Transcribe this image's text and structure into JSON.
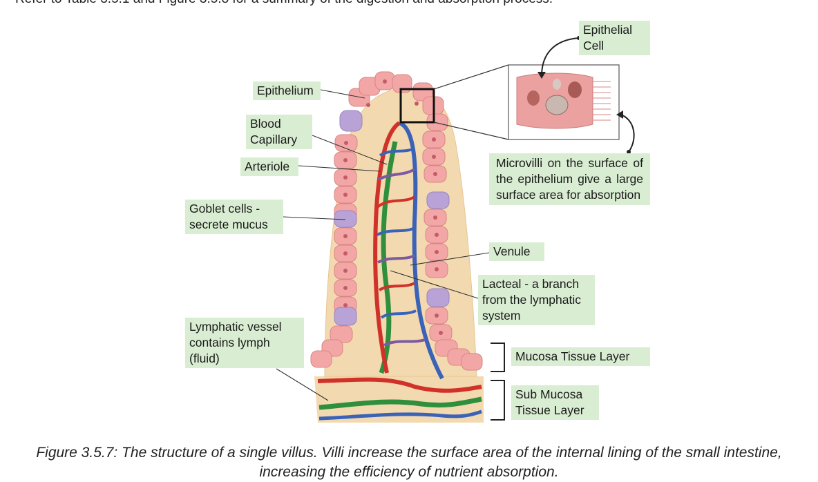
{
  "intro_text": "Refer to Table 3.5.1 and Figure 3.5.8 for a summary of the digestion and absorption process.",
  "labels": {
    "epithelium": "Epithelium",
    "blood_capillary": "Blood Capillary",
    "arteriole": "Arteriole",
    "goblet_cells": "Goblet cells - secrete mucus",
    "lymphatic_vessel": "Lymphatic vessel contains lymph (fluid)",
    "epithelial_cell": "Epithelial Cell",
    "microvilli": "Microvilli on the surface of the epithelium give a large surface area for absorption",
    "venule": "Venule",
    "lacteal": "Lacteal - a branch from the lymphatic system",
    "mucosa_layer": "Mucosa Tissue Layer",
    "sub_mucosa_layer": "Sub Mucosa Tissue Layer"
  },
  "caption": "Figure 3.5.7: The structure of a single villus. Villi increase the surface area of the internal lining of the small intestine, increasing the efficiency of nutrient absorption.",
  "colors": {
    "label_bg": "#d9edd2",
    "cell_pink": "#f2a7a6",
    "goblet_purple": "#b9a3d6",
    "tissue_tan": "#f3d9b0",
    "arteriole_red": "#d0322a",
    "venule_blue": "#3a63b8",
    "lymph_green": "#2f8f3c"
  }
}
